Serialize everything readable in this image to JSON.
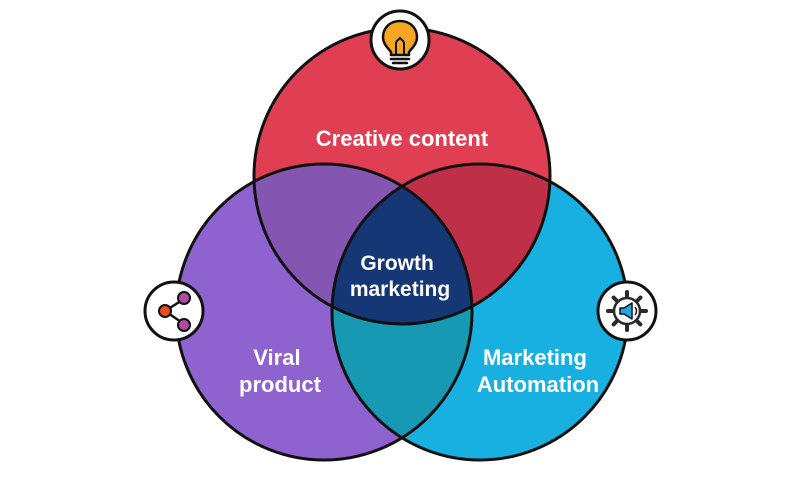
{
  "diagram": {
    "type": "venn-3",
    "circles": [
      {
        "id": "creative",
        "label_lines": [
          "Creative content"
        ],
        "color": "#e03e52",
        "icon": "lightbulb-icon"
      },
      {
        "id": "viral",
        "label_lines": [
          "Viral",
          "product"
        ],
        "color": "#8e62cf",
        "icon": "share-icon"
      },
      {
        "id": "automation",
        "label_lines": [
          "Marketing",
          "Automation"
        ],
        "color": "#18b0e0",
        "icon": "gear-megaphone-icon"
      }
    ],
    "overlaps": {
      "creative_viral": "#8456b2",
      "creative_automation": "#bf2f48",
      "viral_automation": "#1799b3",
      "center": "#163775"
    },
    "center_label_lines": [
      "Growth",
      "marketing"
    ],
    "icon_colors": {
      "lightbulb": "#f5a623",
      "share": "#e84d1c",
      "share_node": "#b04aa8",
      "gear": "#2a2a2a",
      "megaphone": "#23a8e0"
    }
  }
}
